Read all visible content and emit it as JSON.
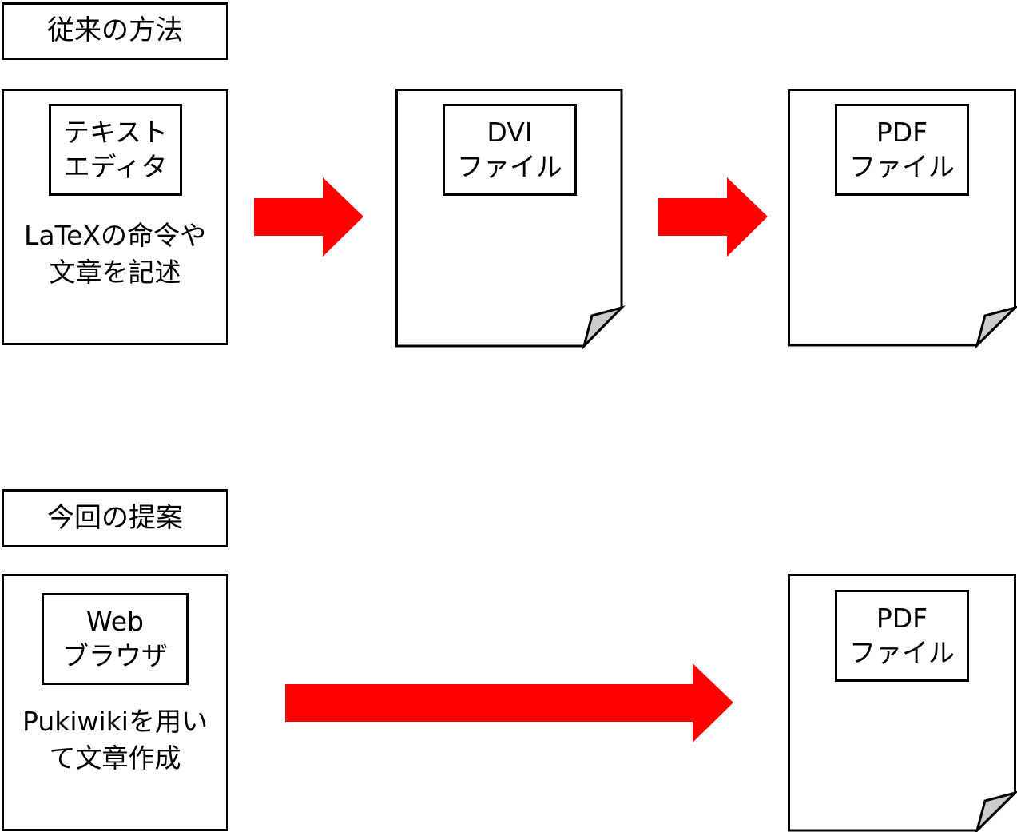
{
  "section_conventional": {
    "title": "従来の方法",
    "source_box": {
      "label_line1": "テキスト",
      "label_line2": "エディタ",
      "desc_line1": "LaTeXの命令や",
      "desc_line2": "文章を記述"
    },
    "dvi_file": {
      "line1": "DVI",
      "line2": "ファイル"
    },
    "pdf_file": {
      "line1": "PDF",
      "line2": "ファイル"
    }
  },
  "section_proposal": {
    "title": "今回の提案",
    "source_box": {
      "label_line1": "Web",
      "label_line2": "ブラウザ",
      "desc_line1": "Pukiwikiを用い",
      "desc_line2": "て文章作成"
    },
    "pdf_file": {
      "line1": "PDF",
      "line2": "ファイル"
    }
  },
  "colors": {
    "arrow": "#ff0000",
    "fold": "#cccccc",
    "border": "#000000"
  }
}
